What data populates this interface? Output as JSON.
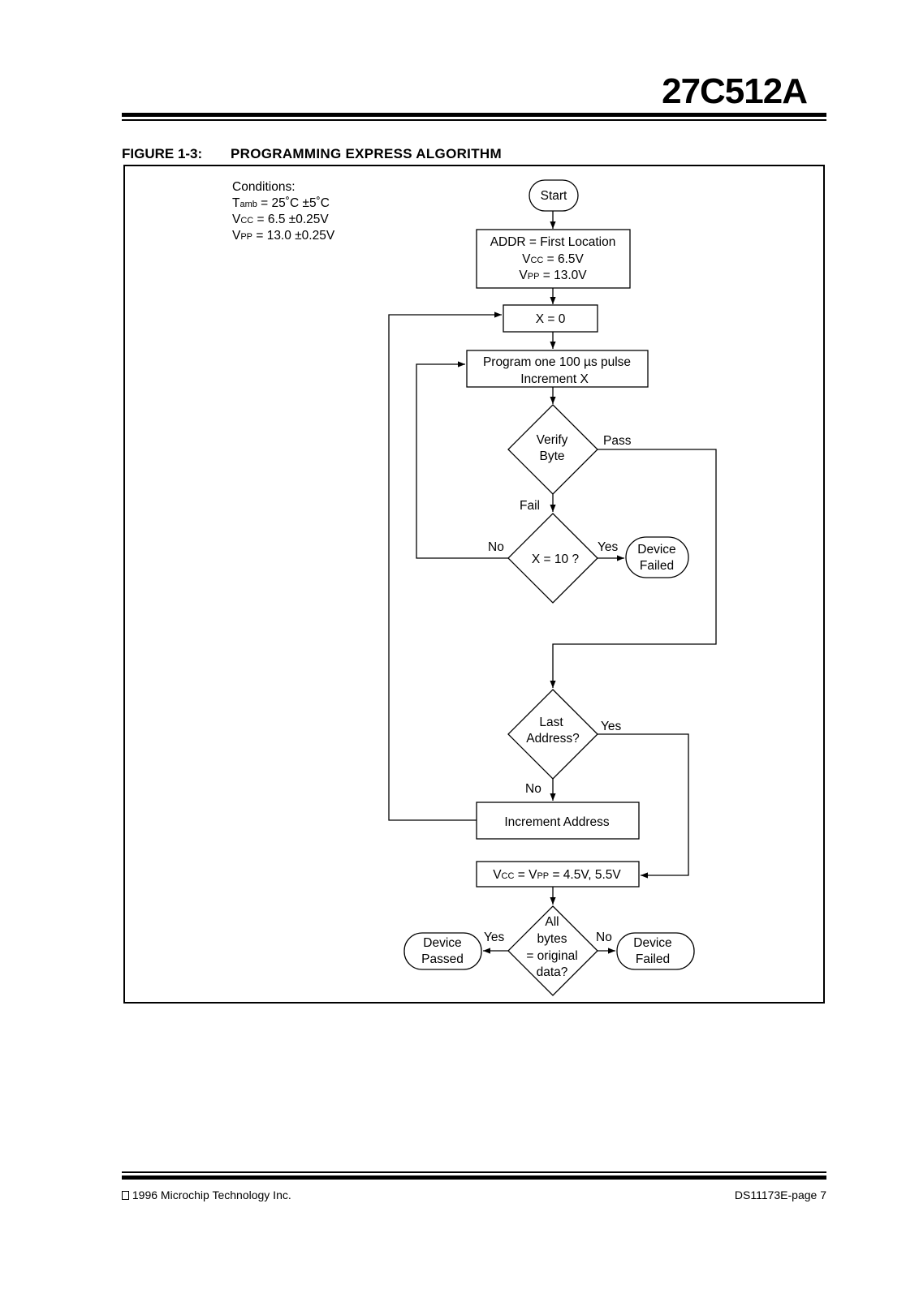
{
  "header": {
    "part_number": "27C512A"
  },
  "figure": {
    "label": "FIGURE 1-3:",
    "title": "PROGRAMMING EXPRESS ALGORITHM"
  },
  "conditions": {
    "heading": "Conditions:",
    "tamb_sym": "T",
    "tamb_sub": "amb",
    "tamb_val": " = 25˚C ±5˚C",
    "vcc_sym": "V",
    "vcc_sub": "CC",
    "vcc_val": " = 6.5 ±0.25V",
    "vpp_sym": "V",
    "vpp_sub": "PP",
    "vpp_val": " = 13.0 ±0.25V"
  },
  "flow": {
    "start": "Start",
    "init_line1": "ADDR = First Location",
    "init_vcc_sym": "V",
    "init_vcc_sub": "CC",
    "init_vcc_val": " = 6.5V",
    "init_vpp_sym": "V",
    "init_vpp_sub": "PP",
    "init_vpp_val": " = 13.0V",
    "x_zero": "X = 0",
    "program_line1": "Program one 100 µs  pulse",
    "program_line2": "Increment X",
    "verify_line1": "Verify",
    "verify_line2": "Byte",
    "pass": "Pass",
    "fail": "Fail",
    "x_ten": "X = 10 ?",
    "no_1": "No",
    "yes_1": "Yes",
    "device_failed_1_line1": "Device",
    "device_failed_1_line2": "Failed",
    "last_line1": "Last",
    "last_line2": "Address?",
    "yes_2": "Yes",
    "no_2": "No",
    "increment_address": "Increment Address",
    "verify_vcc_sym": "V",
    "verify_vcc_sub": "CC",
    "verify_mid": " = V",
    "verify_vpp_sub": "PP",
    "verify_val": " = 4.5V, 5.5V",
    "all_line1": "All",
    "all_line2": "bytes",
    "all_line3": "= original",
    "all_line4": "data?",
    "yes_3": "Yes",
    "no_3": "No",
    "device_passed_line1": "Device",
    "device_passed_line2": "Passed",
    "device_failed_2_line1": "Device",
    "device_failed_2_line2": "Failed"
  },
  "footer": {
    "copyright": " 1996 Microchip Technology Inc.",
    "page_ref": "DS11173E-page 7"
  }
}
